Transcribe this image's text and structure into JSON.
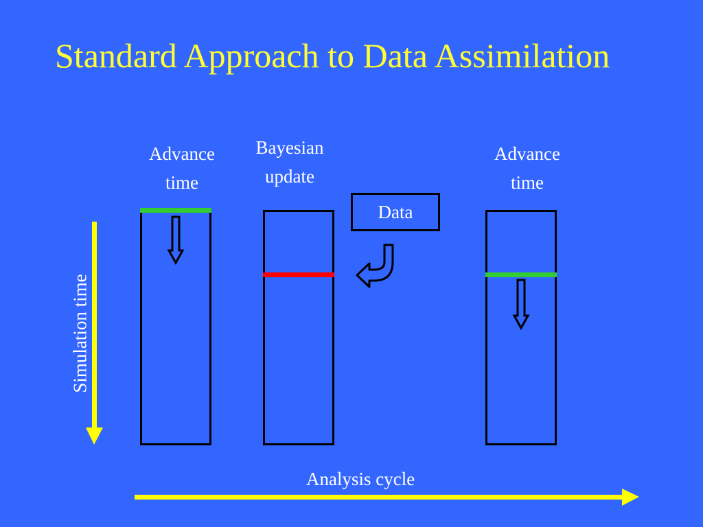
{
  "title": "Standard Approach to Data Assimilation",
  "columns": [
    {
      "label_line1": "Advance",
      "label_line2": "time"
    },
    {
      "label_line1": "Bayesian",
      "label_line2": "update"
    },
    {
      "label_line1": "Advance",
      "label_line2": "time"
    }
  ],
  "data_box_label": "Data",
  "axis_vertical_label": "Simulation time",
  "axis_horizontal_label": "Analysis cycle",
  "colors": {
    "background": "#3366ff",
    "title": "#ffff33",
    "axis_arrow": "#ffff00",
    "marker_advance": "#33cc33",
    "marker_update": "#ff0000"
  }
}
